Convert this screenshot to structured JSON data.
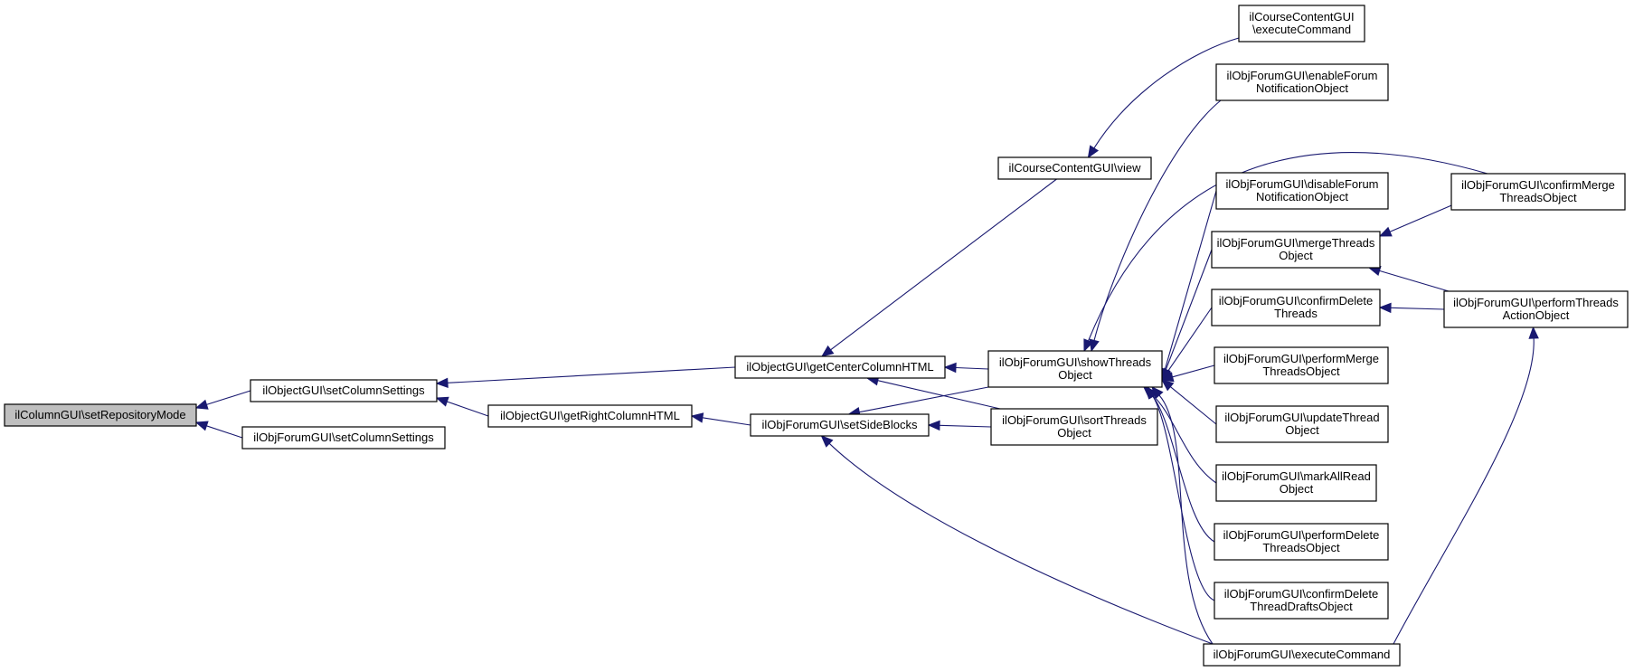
{
  "nodes": [
    {
      "id": "setRepositoryMode",
      "lines": [
        "ilColumnGUI\\setRepositoryMode"
      ],
      "highlight": true
    },
    {
      "id": "objSetColumnSettings",
      "lines": [
        "ilObjectGUI\\setColumnSettings"
      ]
    },
    {
      "id": "forumSetColumnSettings",
      "lines": [
        "ilObjForumGUI\\setColumnSettings"
      ]
    },
    {
      "id": "getRightColumnHTML",
      "lines": [
        "ilObjectGUI\\getRightColumnHTML"
      ]
    },
    {
      "id": "getCenterColumnHTML",
      "lines": [
        "ilObjectGUI\\getCenterColumnHTML"
      ]
    },
    {
      "id": "setSideBlocks",
      "lines": [
        "ilObjForumGUI\\setSideBlocks"
      ]
    },
    {
      "id": "courseView",
      "lines": [
        "ilCourseContentGUI\\view"
      ]
    },
    {
      "id": "showThreadsObject",
      "lines": [
        "ilObjForumGUI\\showThreads",
        "Object"
      ]
    },
    {
      "id": "sortThreadsObject",
      "lines": [
        "ilObjForumGUI\\sortThreads",
        "Object"
      ]
    },
    {
      "id": "courseExecuteCommand",
      "lines": [
        "ilCourseContentGUI",
        "\\executeCommand"
      ]
    },
    {
      "id": "enableForum",
      "lines": [
        "ilObjForumGUI\\enableForum",
        "NotificationObject"
      ]
    },
    {
      "id": "disableForum",
      "lines": [
        "ilObjForumGUI\\disableForum",
        "NotificationObject"
      ]
    },
    {
      "id": "mergeThreadsObject",
      "lines": [
        "ilObjForumGUI\\mergeThreads",
        "Object"
      ]
    },
    {
      "id": "confirmDeleteThreads",
      "lines": [
        "ilObjForumGUI\\confirmDelete",
        "Threads"
      ]
    },
    {
      "id": "performMergeThreadsObject",
      "lines": [
        "ilObjForumGUI\\performMerge",
        "ThreadsObject"
      ]
    },
    {
      "id": "updateThreadObject",
      "lines": [
        "ilObjForumGUI\\updateThread",
        "Object"
      ]
    },
    {
      "id": "markAllReadObject",
      "lines": [
        "ilObjForumGUI\\markAllRead",
        "Object"
      ]
    },
    {
      "id": "performDeleteThreadsObject",
      "lines": [
        "ilObjForumGUI\\performDelete",
        "ThreadsObject"
      ]
    },
    {
      "id": "confirmDeleteThreadDraftsObject",
      "lines": [
        "ilObjForumGUI\\confirmDelete",
        "ThreadDraftsObject"
      ]
    },
    {
      "id": "forumExecuteCommand",
      "lines": [
        "ilObjForumGUI\\executeCommand"
      ]
    },
    {
      "id": "confirmMergeThreadsObject",
      "lines": [
        "ilObjForumGUI\\confirmMerge",
        "ThreadsObject"
      ]
    },
    {
      "id": "performThreadsActionObject",
      "lines": [
        "ilObjForumGUI\\performThreads",
        "ActionObject"
      ]
    }
  ],
  "edges": [
    {
      "from": "objSetColumnSettings",
      "to": "setRepositoryMode"
    },
    {
      "from": "forumSetColumnSettings",
      "to": "setRepositoryMode"
    },
    {
      "from": "getCenterColumnHTML",
      "to": "objSetColumnSettings"
    },
    {
      "from": "getRightColumnHTML",
      "to": "objSetColumnSettings"
    },
    {
      "from": "setSideBlocks",
      "to": "getRightColumnHTML"
    },
    {
      "from": "courseView",
      "to": "getCenterColumnHTML"
    },
    {
      "from": "showThreadsObject",
      "to": "getCenterColumnHTML"
    },
    {
      "from": "sortThreadsObject",
      "to": "getCenterColumnHTML"
    },
    {
      "from": "showThreadsObject",
      "to": "setSideBlocks"
    },
    {
      "from": "sortThreadsObject",
      "to": "setSideBlocks"
    },
    {
      "from": "forumExecuteCommand",
      "to": "setSideBlocks"
    },
    {
      "from": "courseExecuteCommand",
      "to": "courseView"
    },
    {
      "from": "enableForum",
      "to": "showThreadsObject"
    },
    {
      "from": "confirmMergeThreadsObject",
      "to": "showThreadsObject"
    },
    {
      "from": "disableForum",
      "to": "showThreadsObject"
    },
    {
      "from": "mergeThreadsObject",
      "to": "showThreadsObject"
    },
    {
      "from": "confirmDeleteThreads",
      "to": "showThreadsObject"
    },
    {
      "from": "performMergeThreadsObject",
      "to": "showThreadsObject"
    },
    {
      "from": "updateThreadObject",
      "to": "showThreadsObject"
    },
    {
      "from": "markAllReadObject",
      "to": "showThreadsObject"
    },
    {
      "from": "performDeleteThreadsObject",
      "to": "showThreadsObject"
    },
    {
      "from": "confirmDeleteThreadDraftsObject",
      "to": "showThreadsObject"
    },
    {
      "from": "forumExecuteCommand",
      "to": "showThreadsObject"
    },
    {
      "from": "confirmMergeThreadsObject",
      "to": "mergeThreadsObject"
    },
    {
      "from": "performThreadsActionObject",
      "to": "mergeThreadsObject"
    },
    {
      "from": "performThreadsActionObject",
      "to": "confirmDeleteThreads"
    },
    {
      "from": "forumExecuteCommand",
      "to": "performThreadsActionObject"
    }
  ]
}
